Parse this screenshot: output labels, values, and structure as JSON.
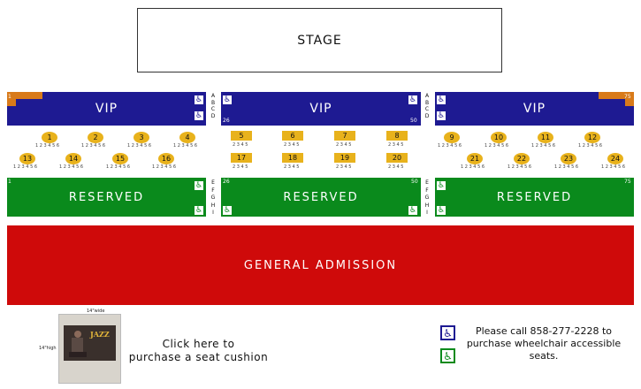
{
  "stage": "STAGE",
  "vip": {
    "label": "VIP",
    "left_seat": "1",
    "right_seat": "75",
    "mid_left_seat": "26",
    "mid_right_seat": "50",
    "row_letters": [
      "A",
      "B",
      "C",
      "D"
    ]
  },
  "reserved": {
    "label": "RESERVED",
    "left_seat": "1",
    "right_seat": "75",
    "mid_left_seat": "26",
    "mid_right_seat": "50",
    "row_letters": [
      "E",
      "F",
      "G",
      "H",
      "I"
    ]
  },
  "general_admission": "GENERAL ADMISSION",
  "tables": [
    {
      "n": "1"
    },
    {
      "n": "2"
    },
    {
      "n": "3"
    },
    {
      "n": "4"
    },
    {
      "n": "5"
    },
    {
      "n": "6"
    },
    {
      "n": "7"
    },
    {
      "n": "8"
    },
    {
      "n": "9"
    },
    {
      "n": "10"
    },
    {
      "n": "11"
    },
    {
      "n": "12"
    },
    {
      "n": "13"
    },
    {
      "n": "14"
    },
    {
      "n": "15"
    },
    {
      "n": "16"
    },
    {
      "n": "17"
    },
    {
      "n": "18"
    },
    {
      "n": "19"
    },
    {
      "n": "20"
    },
    {
      "n": "21"
    },
    {
      "n": "22"
    },
    {
      "n": "23"
    },
    {
      "n": "24"
    }
  ],
  "cushion": {
    "width_label": "14\"wide",
    "height_label": "14\"high",
    "brand": "JAZZ",
    "caption_line1": "Click here to",
    "caption_line2": "purchase a seat cushion"
  },
  "wheelchair": {
    "line1": "Please call 858-277-2228 to",
    "line2": "purchase wheelchair accessible",
    "line3": "seats."
  },
  "colors": {
    "vip": "#1e1a92",
    "reserved": "#0a8a1c",
    "ga": "#cf0a0a",
    "table": "#e8b21c",
    "corner": "#d87a1a"
  }
}
